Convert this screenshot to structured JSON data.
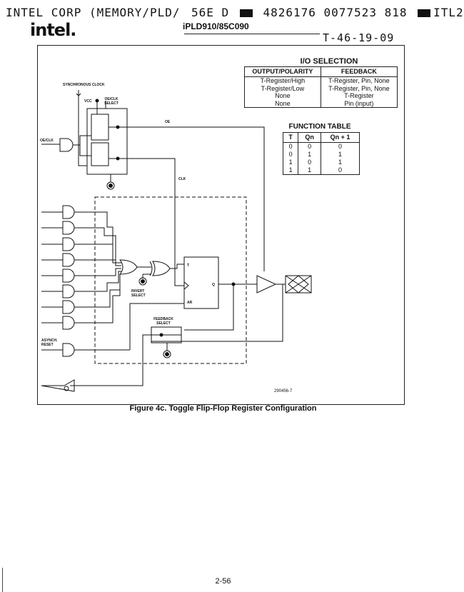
{
  "header": {
    "left": "INTEL CORP (MEMORY/PLD/",
    "right_code": "56E D",
    "right_numbers": "4826176 0077523 818",
    "right_tail": "ITL2"
  },
  "logo": "intel.",
  "part_number": "iPLD910/85C090",
  "doc_number": "T-46-19-09",
  "io_selection": {
    "title": "I/O SELECTION",
    "col1": "OUTPUT/POLARITY",
    "col2": "FEEDBACK",
    "rows": [
      [
        "T-Register/High",
        "T-Register, Pin, None"
      ],
      [
        "T-Register/Low",
        "T-Register, Pin, None"
      ],
      [
        "None",
        "T-Register"
      ],
      [
        "None",
        "Pin (input)"
      ]
    ]
  },
  "function_table": {
    "title": "FUNCTION TABLE",
    "headers": [
      "T",
      "Qn",
      "Qn + 1"
    ],
    "rows": [
      [
        "0",
        "0",
        "0"
      ],
      [
        "0",
        "1",
        "1"
      ],
      [
        "1",
        "0",
        "1"
      ],
      [
        "1",
        "1",
        "0"
      ]
    ]
  },
  "labels": {
    "sync_clock": "SYNCHRONOUS CLOCK",
    "vcc": "VCC",
    "oe_clk_select": "OE/CLK SELECT",
    "oe": "OE",
    "oe_clk_in": "OE/CLK",
    "clk": "CLK",
    "t": "T",
    "q": "Q",
    "ar": "AR",
    "invert_select": "INVERT SELECT",
    "feedback_select": "FEEDBACK SELECT",
    "async_reset": "ASYNCH. RESET",
    "figure_code": "290456-7"
  },
  "caption": "Figure 4c. Toggle Flip-Flop Register Configuration",
  "page_number": "2-56"
}
